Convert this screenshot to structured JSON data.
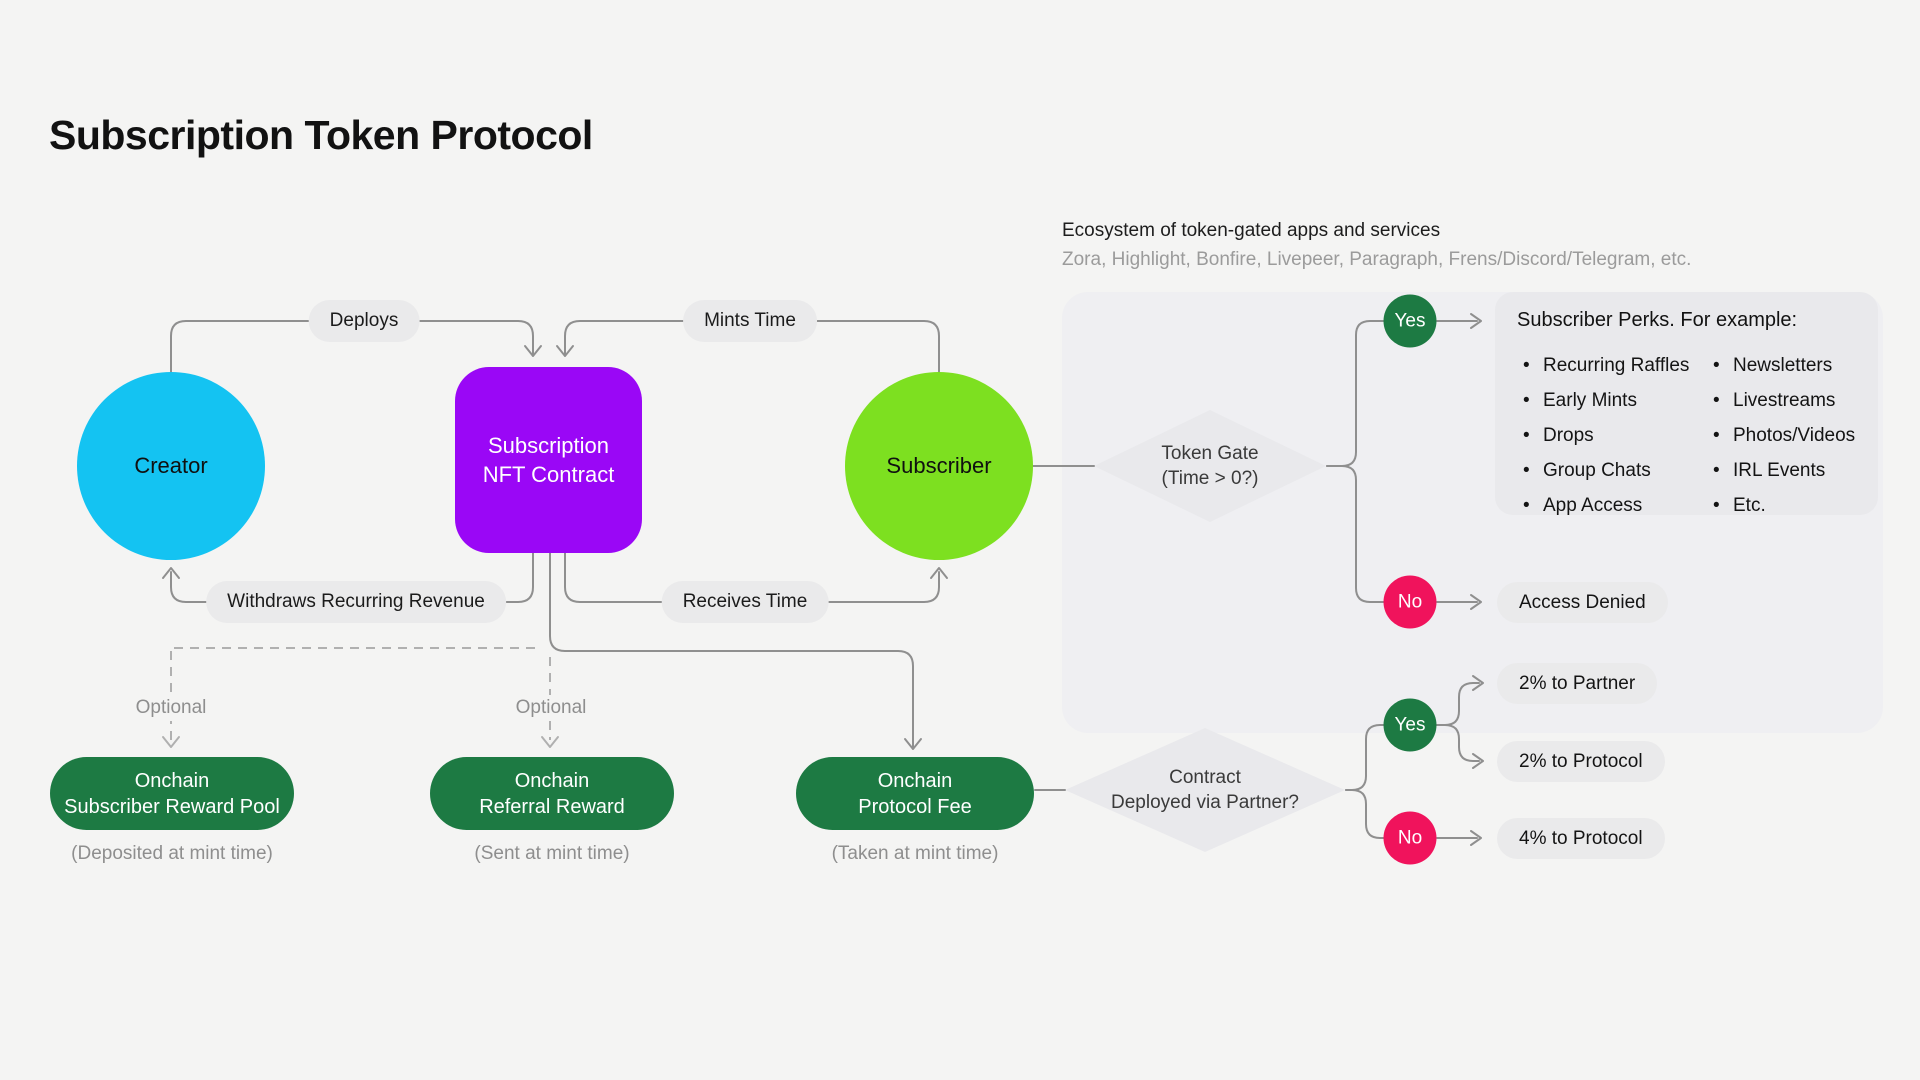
{
  "title": "Subscription Token Protocol",
  "theme": {
    "colors": {
      "page-bg": "#F4F4F3",
      "cyan": "#14C3F2",
      "purple": "#9A07F6",
      "lime": "#7DE020",
      "green": "#1D7A43",
      "pink": "#F0135C",
      "pill": "#EAEAEB",
      "panel": "#EFEFF2",
      "diamond": "#E9E9EC",
      "line": "#8F8F8F",
      "dash": "#B0B0B0",
      "ink": "#161616",
      "muted": "#8E8E8E"
    }
  },
  "nodes": {
    "creator": "Creator",
    "nft_contract_line1": "Subscription",
    "nft_contract_line2": "NFT Contract",
    "subscriber": "Subscriber"
  },
  "edges": {
    "deploys": "Deploys",
    "mints_time": "Mints Time",
    "withdraws": "Withdraws Recurring Revenue",
    "receives_time": "Receives Time"
  },
  "optional_label": "Optional",
  "reward_nodes": [
    {
      "line1": "Onchain",
      "line2": "Subscriber Reward Pool",
      "caption": "(Deposited at mint time)"
    },
    {
      "line1": "Onchain",
      "line2": "Referral Reward",
      "caption": "(Sent at mint time)"
    },
    {
      "line1": "Onchain",
      "line2": "Protocol Fee",
      "caption": "(Taken at mint time)"
    }
  ],
  "ecosystem": {
    "heading": "Ecosystem of token-gated apps and services",
    "subheading": "Zora, Highlight, Bonfire, Livepeer, Paragraph, Frens/Discord/Telegram, etc."
  },
  "token_gate": {
    "line1": "Token Gate",
    "line2": "(Time > 0?)",
    "yes": "Yes",
    "no": "No",
    "perks_title": "Subscriber Perks. For example:",
    "perks_left": [
      "Recurring Raffles",
      "Early Mints",
      "Drops",
      "Group Chats",
      "App Access"
    ],
    "perks_right": [
      "Newsletters",
      "Livestreams",
      "Photos/Videos",
      "IRL Events",
      "Etc."
    ],
    "no_outcome": "Access Denied"
  },
  "partner_gate": {
    "line1": "Contract",
    "line2": "Deployed via Partner?",
    "yes": "Yes",
    "no": "No",
    "yes_outcomes": [
      "2% to Partner",
      "2% to Protocol"
    ],
    "no_outcome": "4% to Protocol"
  }
}
